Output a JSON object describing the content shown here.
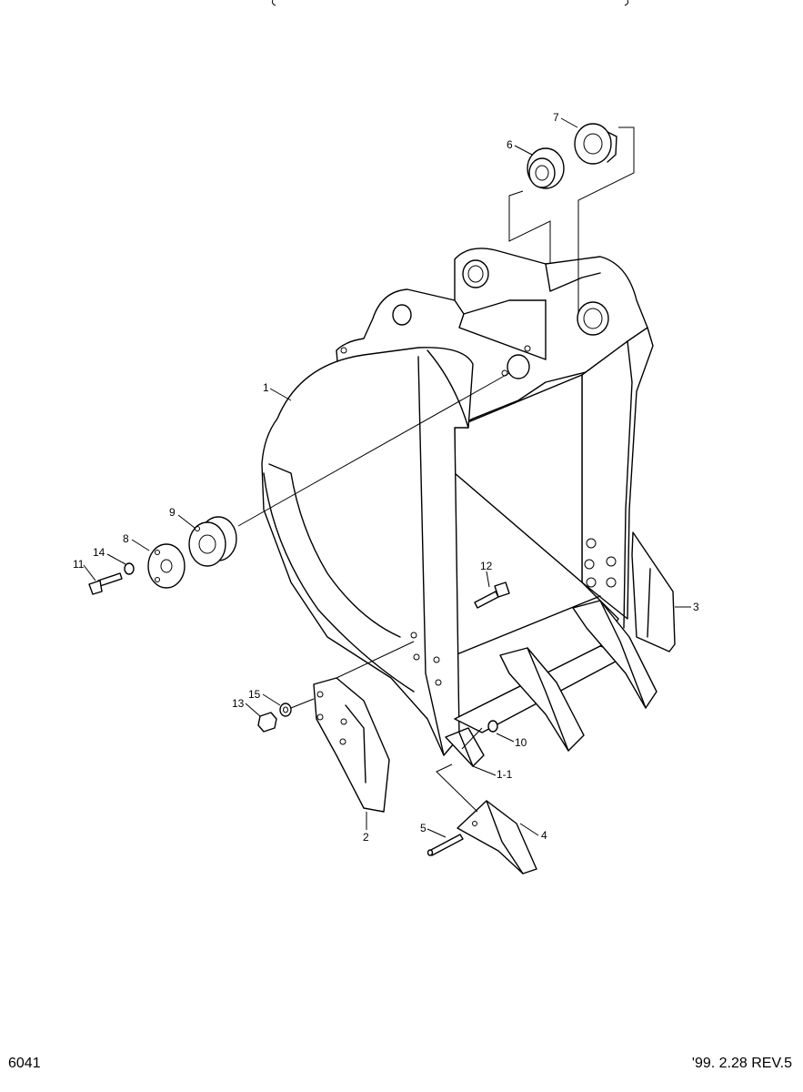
{
  "sheet": {
    "code": "6041",
    "revision": "'99. 2.28 REV.5"
  },
  "callouts": {
    "c1": "1",
    "c1_1": "1-1",
    "c2": "2",
    "c3": "3",
    "c4": "4",
    "c5": "5",
    "c6": "6",
    "c7": "7",
    "c8": "8",
    "c9": "9",
    "c10": "10",
    "c11": "11",
    "c12": "12",
    "c13": "13",
    "c14": "14",
    "c15": "15"
  }
}
